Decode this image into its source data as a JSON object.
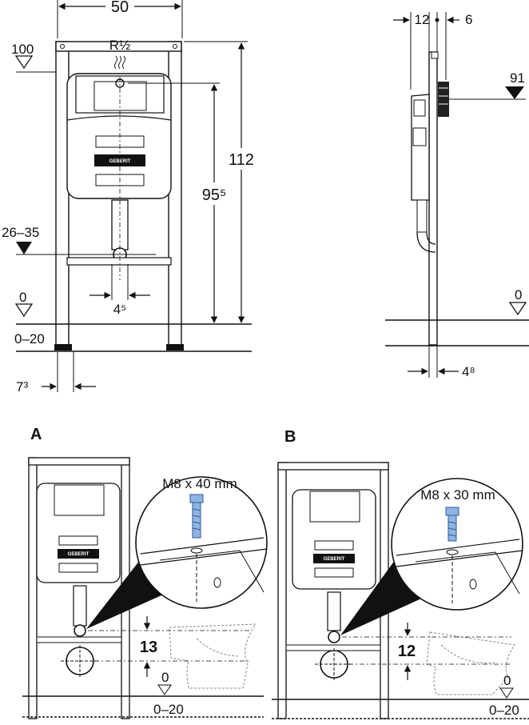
{
  "front_view": {
    "width_label": "50",
    "thread_label": "R½",
    "height_label": "112",
    "inlet_height_label": "95⁵",
    "outlet_range_label": "26–35",
    "floor_level_label": "0",
    "adjust_range_label": "0–20",
    "top_level_label": "100",
    "outlet_dia_label": "4⁵",
    "foot_width_label": "7³",
    "brand_label": "GEBERIT"
  },
  "side_view": {
    "depth_label_a": "12",
    "depth_label_b": "6",
    "button_height_label": "91",
    "floor_level_label": "0",
    "foot_depth_label": "4⁸"
  },
  "panel_a": {
    "letter": "A",
    "bolt_label": "M8 x 40 mm",
    "distance_label": "13",
    "zero_label": "0",
    "range_label": "0–20",
    "brand_label": "GEBERIT"
  },
  "panel_b": {
    "letter": "B",
    "bolt_label": "M8 x 30 mm",
    "distance_label": "12",
    "zero_label": "0",
    "range_label": "0–20",
    "brand_label": "GEBERIT"
  },
  "colors": {
    "line": "#111111",
    "bolt": "#8fb4e3",
    "bolt_stroke": "#2d5a95",
    "gray": "#888888"
  }
}
